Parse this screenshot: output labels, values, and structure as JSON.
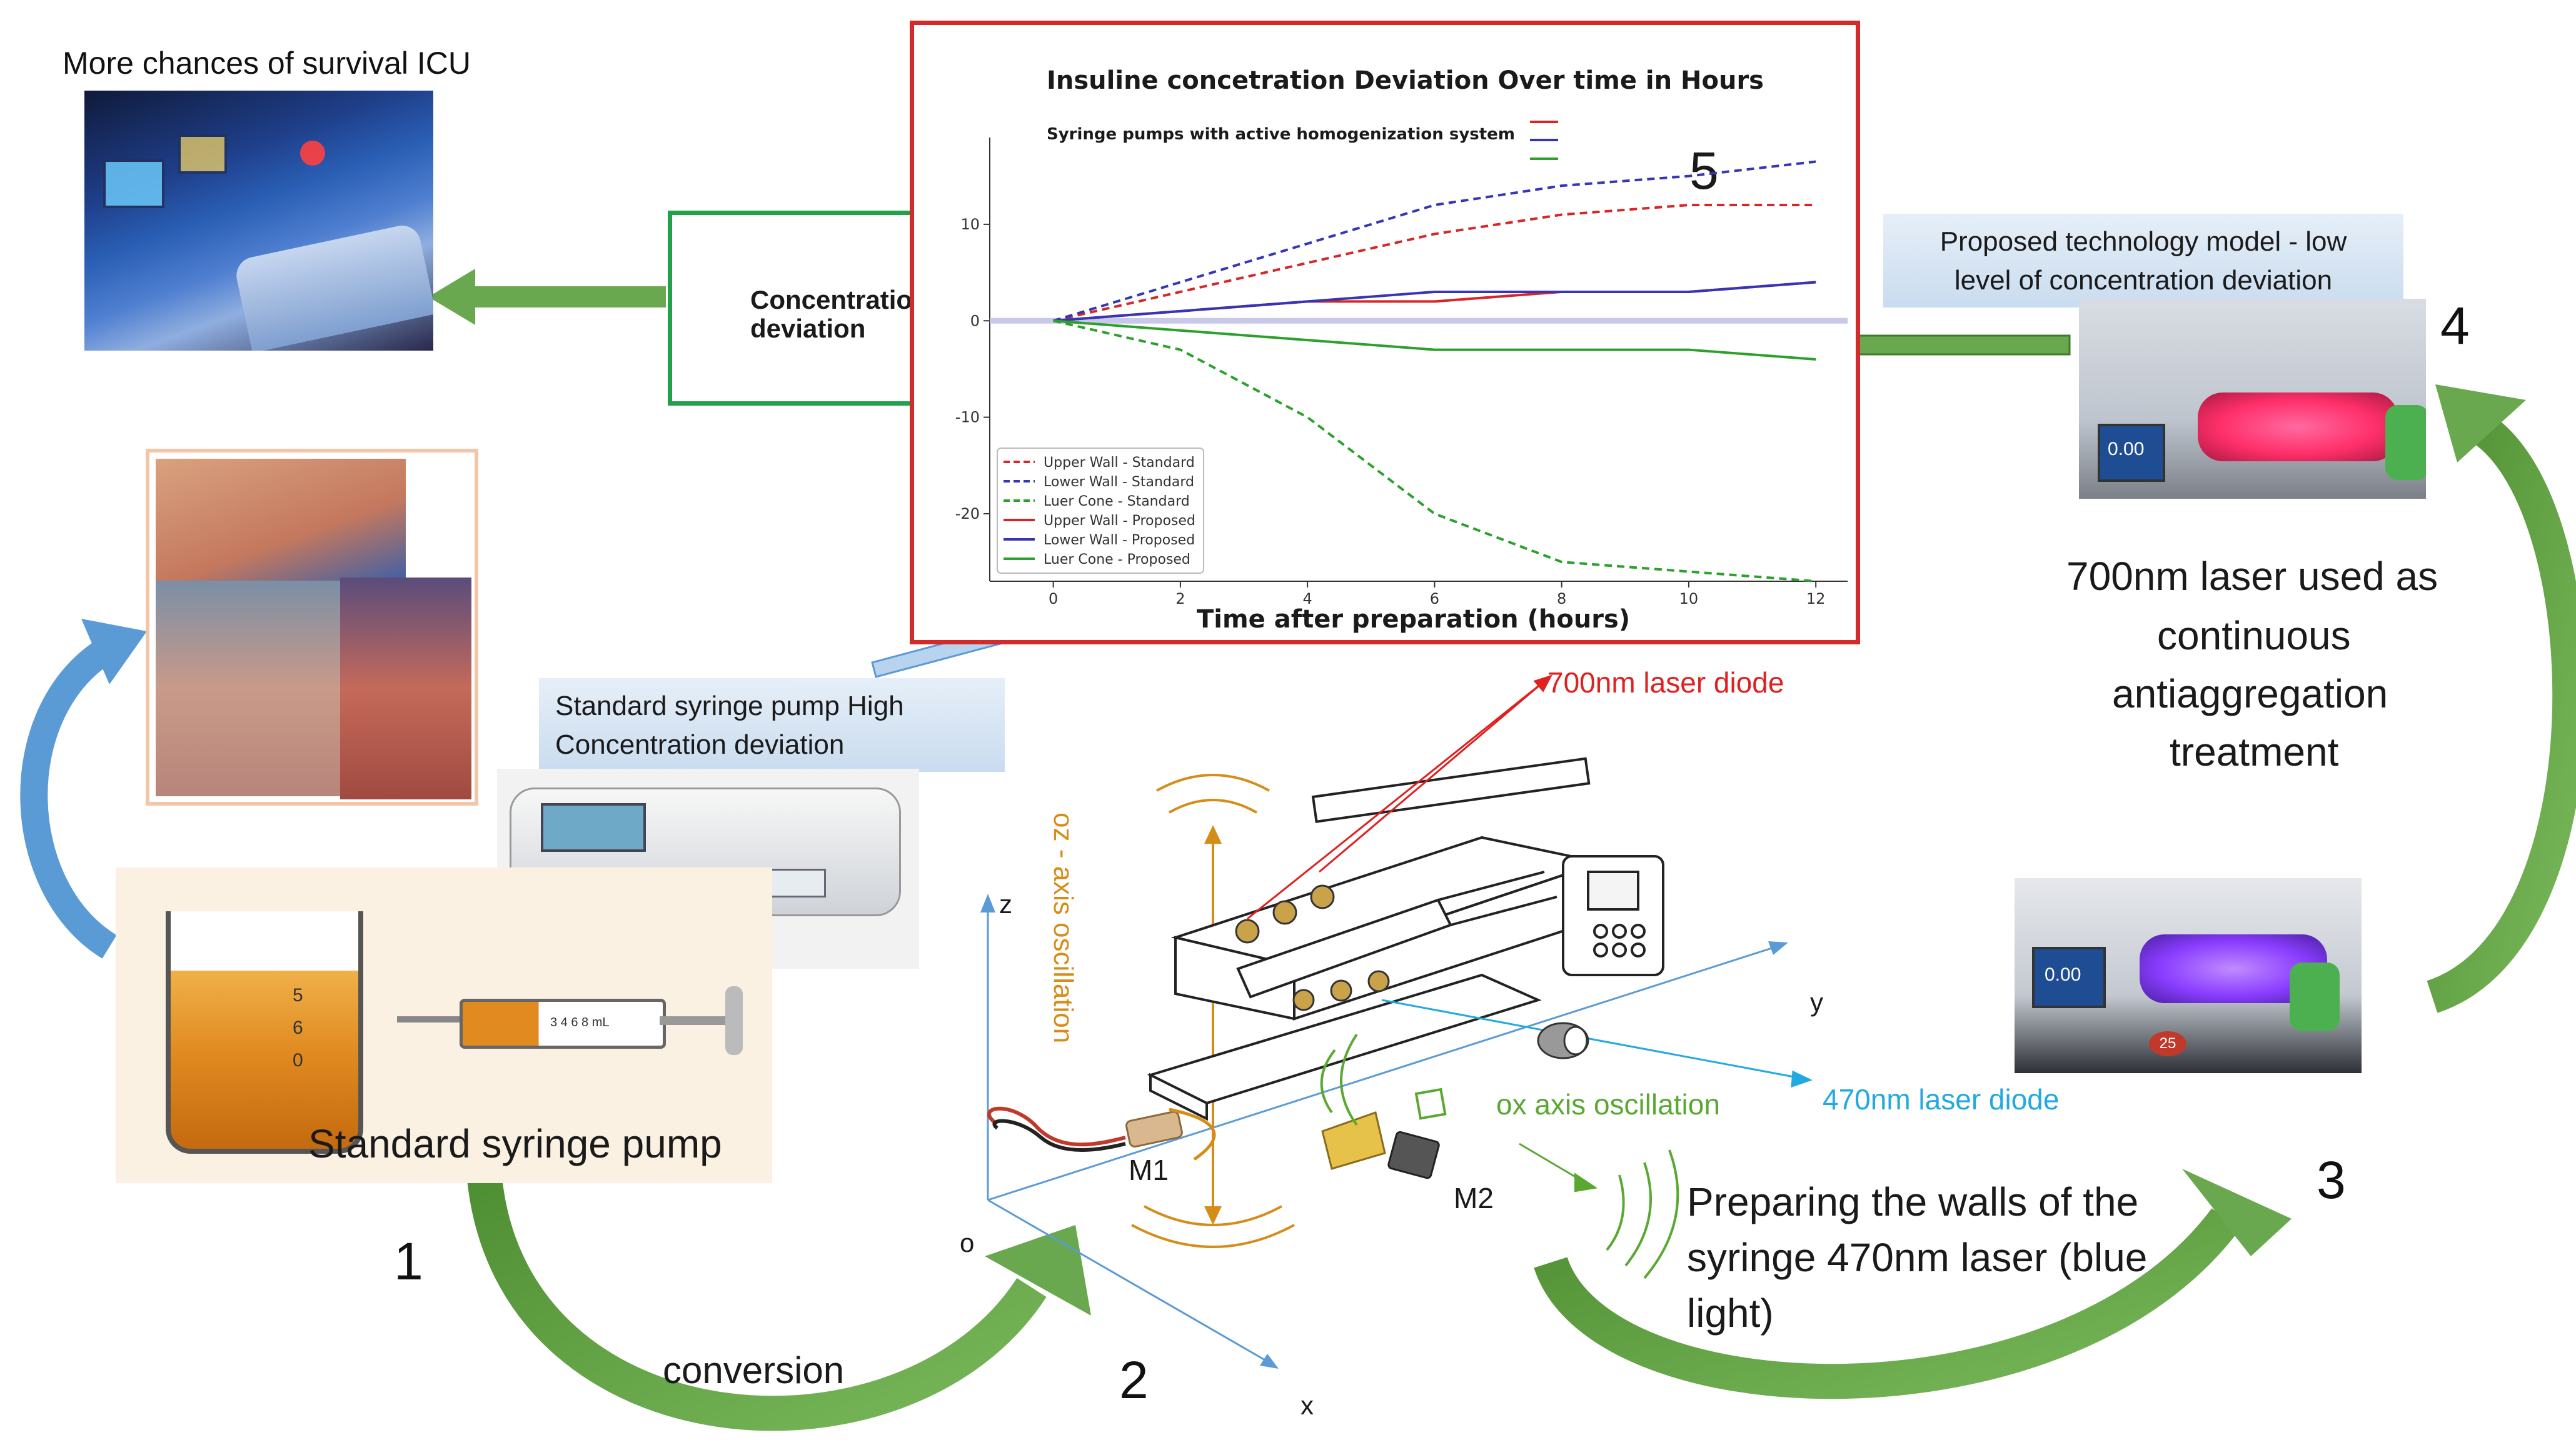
{
  "survival": {
    "label": "More chances of survival ICU"
  },
  "concentration_box": {
    "label_line1": "Concentration",
    "label_line2": "deviation"
  },
  "chart": {
    "title": "Insuline concetration Deviation Over time in Hours",
    "system_label": "Syringe pumps with active homogenization system",
    "step_number": "5",
    "xlabel": "Time after preparation (hours)"
  },
  "chart_data": {
    "type": "line",
    "title": "Insuline concetration Deviation Over time in Hours",
    "xlabel": "Time after preparation (hours)",
    "ylabel": "",
    "xlim": [
      -1,
      12.5
    ],
    "ylim": [
      -27,
      19
    ],
    "x_ticks": [
      0,
      2,
      4,
      6,
      8,
      10,
      12
    ],
    "y_ticks": [
      -20,
      -10,
      0,
      10
    ],
    "x_tick_labels": [
      "0",
      "2",
      "4",
      "6",
      "8",
      "10",
      "12"
    ],
    "y_tick_labels": [
      "-20",
      "-10",
      "0",
      "10"
    ],
    "legend_position": "bottom-left",
    "series": [
      {
        "name": "Upper Wall - Standard",
        "color": "#d62728",
        "dash": true,
        "x": [
          0,
          2,
          4,
          6,
          8,
          10,
          12
        ],
        "y": [
          0,
          3,
          6,
          9,
          11,
          12,
          12
        ]
      },
      {
        "name": "Lower Wall - Standard",
        "color": "#3535b5",
        "dash": true,
        "x": [
          0,
          2,
          4,
          6,
          8,
          10,
          12
        ],
        "y": [
          0,
          4,
          8,
          12,
          14,
          15,
          16.5
        ]
      },
      {
        "name": "Luer Cone - Standard",
        "color": "#2ca02c",
        "dash": true,
        "x": [
          0,
          2,
          4,
          6,
          8,
          10,
          12
        ],
        "y": [
          0,
          -3,
          -10,
          -20,
          -25,
          -26,
          -27
        ]
      },
      {
        "name": "Upper Wall - Proposed",
        "color": "#d62728",
        "dash": false,
        "x": [
          0,
          2,
          4,
          6,
          8,
          10,
          12
        ],
        "y": [
          0,
          1,
          2,
          2,
          3,
          3,
          4
        ]
      },
      {
        "name": "Lower Wall - Proposed",
        "color": "#3535b5",
        "dash": false,
        "x": [
          0,
          2,
          4,
          6,
          8,
          10,
          12
        ],
        "y": [
          0,
          1,
          2,
          3,
          3,
          3,
          4
        ]
      },
      {
        "name": "Luer Cone - Proposed",
        "color": "#2ca02c",
        "dash": false,
        "x": [
          0,
          2,
          4,
          6,
          8,
          10,
          12
        ],
        "y": [
          0,
          -1,
          -2,
          -3,
          -3,
          -3,
          -4
        ]
      }
    ]
  },
  "callouts": {
    "proposed_line1": "Proposed technology model - low",
    "proposed_line2": "level of concentration deviation",
    "standard_line1": "Standard syringe pump High",
    "standard_line2": "Concentration deviation"
  },
  "laser700": {
    "line1": "700nm laser used as",
    "line2": "continuous",
    "line3": "antiaggregation",
    "line4": "treatment"
  },
  "steps": {
    "s1": "1",
    "s2": "2",
    "s3": "3",
    "s4": "4"
  },
  "labels": {
    "standard_pump": "Standard syringe pump",
    "conversion": "conversion",
    "laser_700_diode": "700nm laser diode",
    "laser_470_diode": "470nm laser diode",
    "oz_axis": "oz - axis oscillation",
    "ox_axis": "ox axis oscillation",
    "axis_z": "z",
    "axis_y": "y",
    "axis_x": "x",
    "axis_o": "o",
    "m1": "M1",
    "m2": "M2",
    "prep_line1": "Preparing the walls of the",
    "prep_line2": "syringe 470nm laser (blue",
    "prep_line3": "light)"
  },
  "beaker_marks": [
    "5",
    "6",
    "0"
  ],
  "syringe_marks": "3  4  6  8 mL",
  "device_display_a": "0.00",
  "device_display_b": "0.00",
  "device_badge": "25",
  "colors": {
    "arrow_green": "#6aa84f",
    "arrow_blue": "#5b9bd5",
    "chart_border": "#d42a2a",
    "concentration_border": "#22a04a",
    "laser_red": "#e02020",
    "laser_cyan": "#22a9e0",
    "oz_orange": "#d58c18",
    "ox_green": "#5aa832"
  }
}
